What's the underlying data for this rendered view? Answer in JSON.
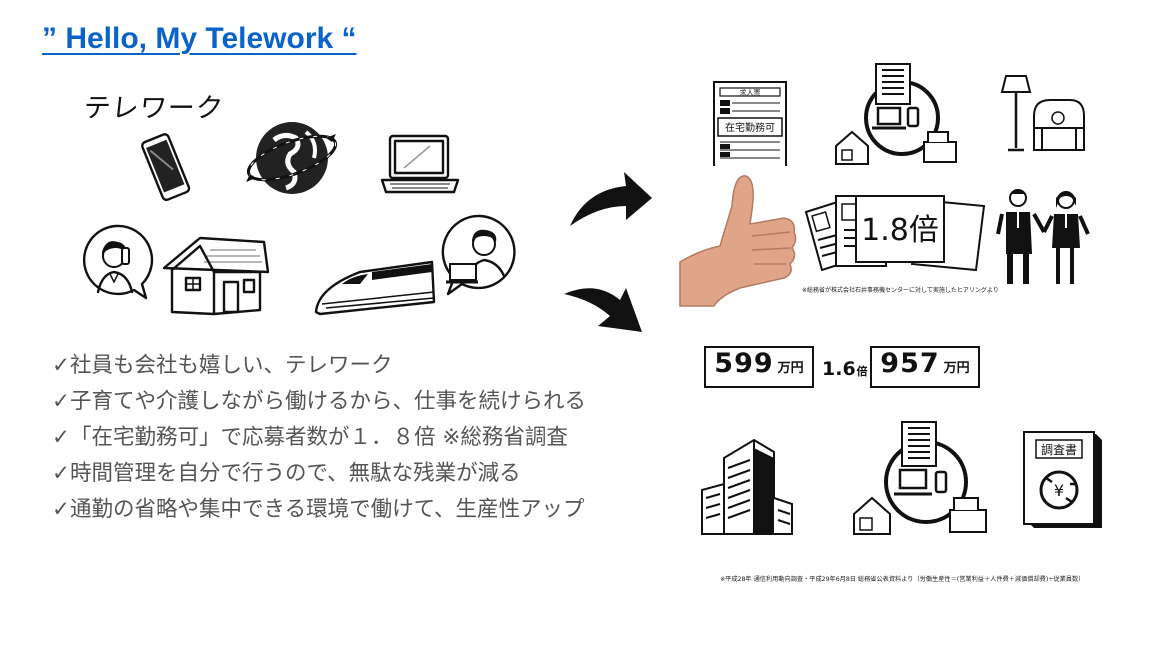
{
  "slide": {
    "title": "” Hello, My Telework “",
    "telework_label": "テレワーク"
  },
  "bullets": [
    "✓社員も会社も嬉しい、テレワーク",
    "✓子育てや介護しながら働けるから、仕事を続けられる",
    "✓「在宅勤務可」で応募者数が１．８倍 ※総務省調査",
    "✓時間管理を自分で行うので、無駄な残業が減る",
    "✓通勤の省略や集中できる環境で働けて、生産性アップ"
  ],
  "job_ad": {
    "header": "求人票",
    "highlight": "在宅勤務可"
  },
  "applicants": {
    "ratio_text": "1.8倍",
    "footnote": "※総務省が株式会社石井事務機センターに対して実施したヒアリングより"
  },
  "productivity": {
    "before_value": "599",
    "before_unit": "万円",
    "multiplier_value": "1.6",
    "multiplier_unit": "倍",
    "after_value": "957",
    "after_unit": "万円",
    "report_label": "調査書",
    "footnote": "※平成28年 通信利用動向調査・平成29年6月8日 総務省公表資料より（労働生産性＝(営業利益＋人件費＋減価償却費)÷従業員数）"
  },
  "colors": {
    "title": "#0a63c9",
    "bullet_text": "#555555",
    "ink": "#111111",
    "skin": "#e0a488"
  }
}
